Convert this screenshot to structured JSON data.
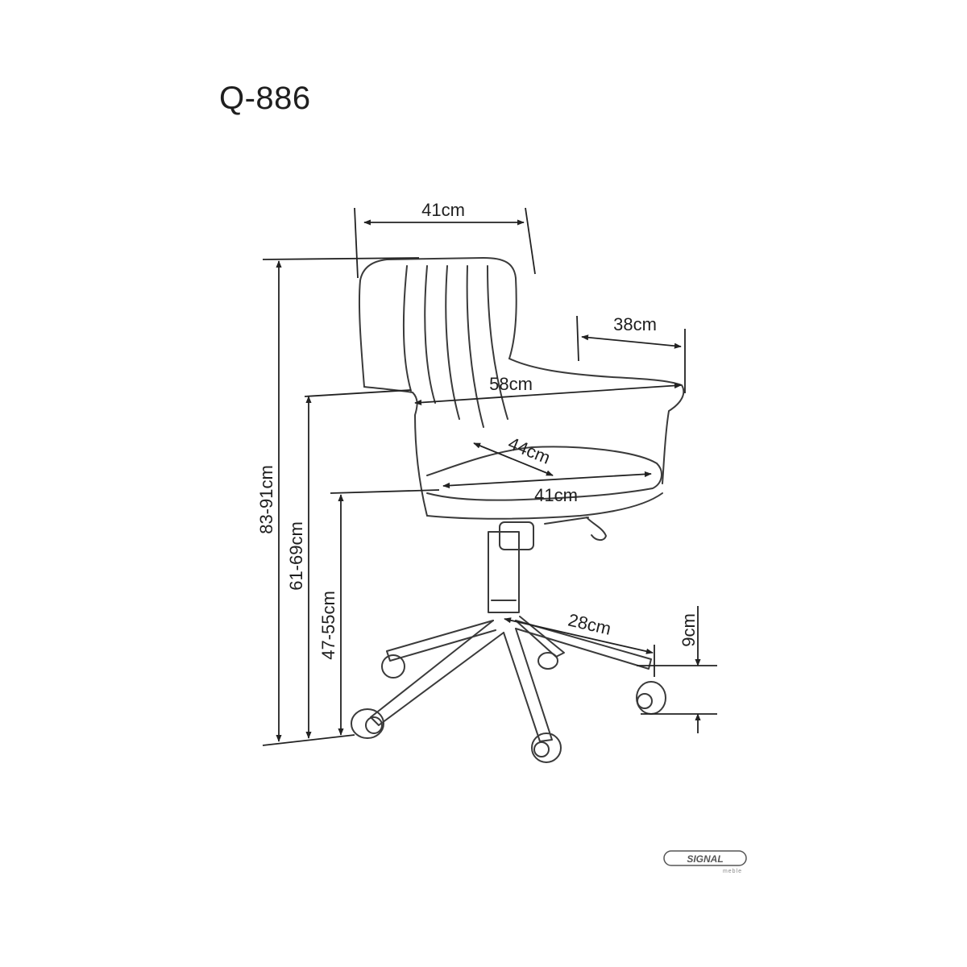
{
  "title": "Q-886",
  "dimensions": {
    "back_width": "41cm",
    "armrest_depth": "38cm",
    "total_width": "58cm",
    "seat_depth": "44cm",
    "seat_width": "41cm",
    "base_radius": "28cm",
    "caster_height": "9cm",
    "total_height": "83-91cm",
    "armrest_height": "61-69cm",
    "seat_height": "47-55cm"
  },
  "logo": {
    "brand": "SIGNAL",
    "sub": "meble"
  }
}
